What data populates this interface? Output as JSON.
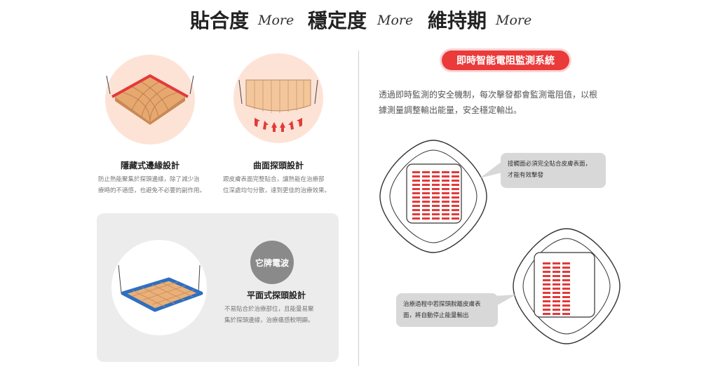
{
  "header": {
    "item1_title": "貼合度",
    "item1_more": "More",
    "item2_title": "穩定度",
    "item2_more": "More",
    "item3_title": "維持期",
    "item3_more": "More"
  },
  "features": [
    {
      "title": "隱藏式邊緣設計",
      "desc": [
        "防止熱能聚集於探頭邊緣，除了減少治",
        "療時的不適感，也避免不必要的副作用。"
      ]
    },
    {
      "title": "曲面探頭設計",
      "desc": [
        "跟皮膚表面完整貼合，讓熱能在治療部",
        "位深處均勻分散，達到更佳的治療效果。"
      ]
    }
  ],
  "competitor": {
    "badge": "它牌電波",
    "title": "平面式探頭設計",
    "desc": [
      "不易貼合於治療部位，且能量易聚",
      "集於探頭邊緣，治療痛感較明顯。"
    ]
  },
  "system": {
    "pill": "即時智能電阻監測系統",
    "desc": [
      "透過即時監測的安全機制，每次擊發都會監測電阻值，以根",
      "據測量調整輸出能量，安全穩定輸出。"
    ],
    "callout1": [
      "接觸面必須完全貼合皮膚表面，",
      "才能有效擊發"
    ],
    "callout2": [
      "治療過程中若探頭脫離皮膚表",
      "面，將自動停止能量輸出"
    ]
  },
  "colors": {
    "accent": "#ea3a3a",
    "warm_circle": "#fde3d6",
    "blue_edge": "#2f6fbf",
    "panel": "#ececec"
  }
}
